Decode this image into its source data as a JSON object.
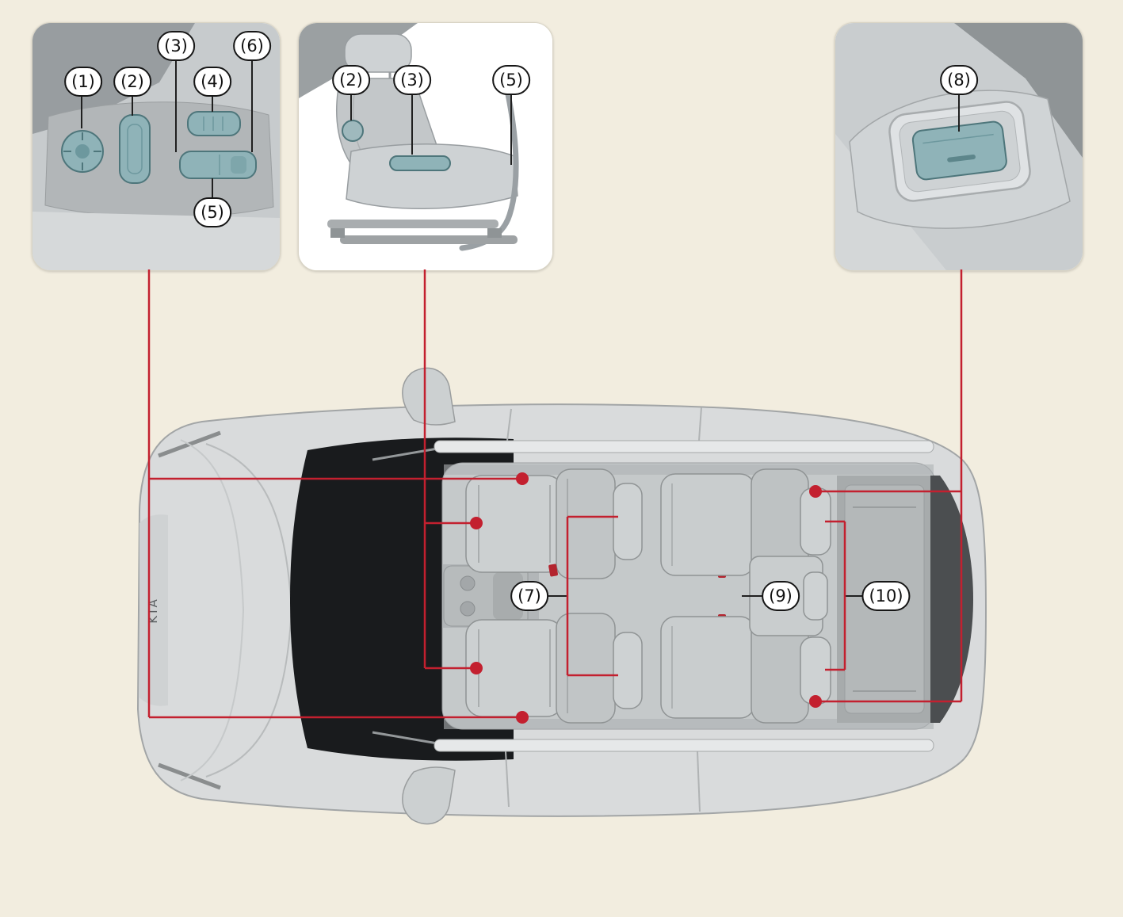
{
  "figure": {
    "name": "Seat adjustment overview diagram",
    "background": "#f2eddf",
    "accent_red": "#c3202f",
    "control_teal": "#8fb3b8"
  },
  "vehicle_badge": "KIA",
  "insets": [
    {
      "name": "power-seat-side-controls",
      "callouts": [
        {
          "label": "(1)"
        },
        {
          "label": "(2)"
        },
        {
          "label": "(3)"
        },
        {
          "label": "(4)"
        },
        {
          "label": "(5)"
        },
        {
          "label": "(6)"
        }
      ]
    },
    {
      "name": "manual-seat-side-view",
      "callouts": [
        {
          "label": "(2)"
        },
        {
          "label": "(3)"
        },
        {
          "label": "(5)"
        }
      ]
    },
    {
      "name": "console-armrest-switch",
      "callouts": [
        {
          "label": "(8)"
        }
      ]
    }
  ],
  "overview_callouts": [
    {
      "label": "(7)"
    },
    {
      "label": "(9)"
    },
    {
      "label": "(10)"
    }
  ]
}
